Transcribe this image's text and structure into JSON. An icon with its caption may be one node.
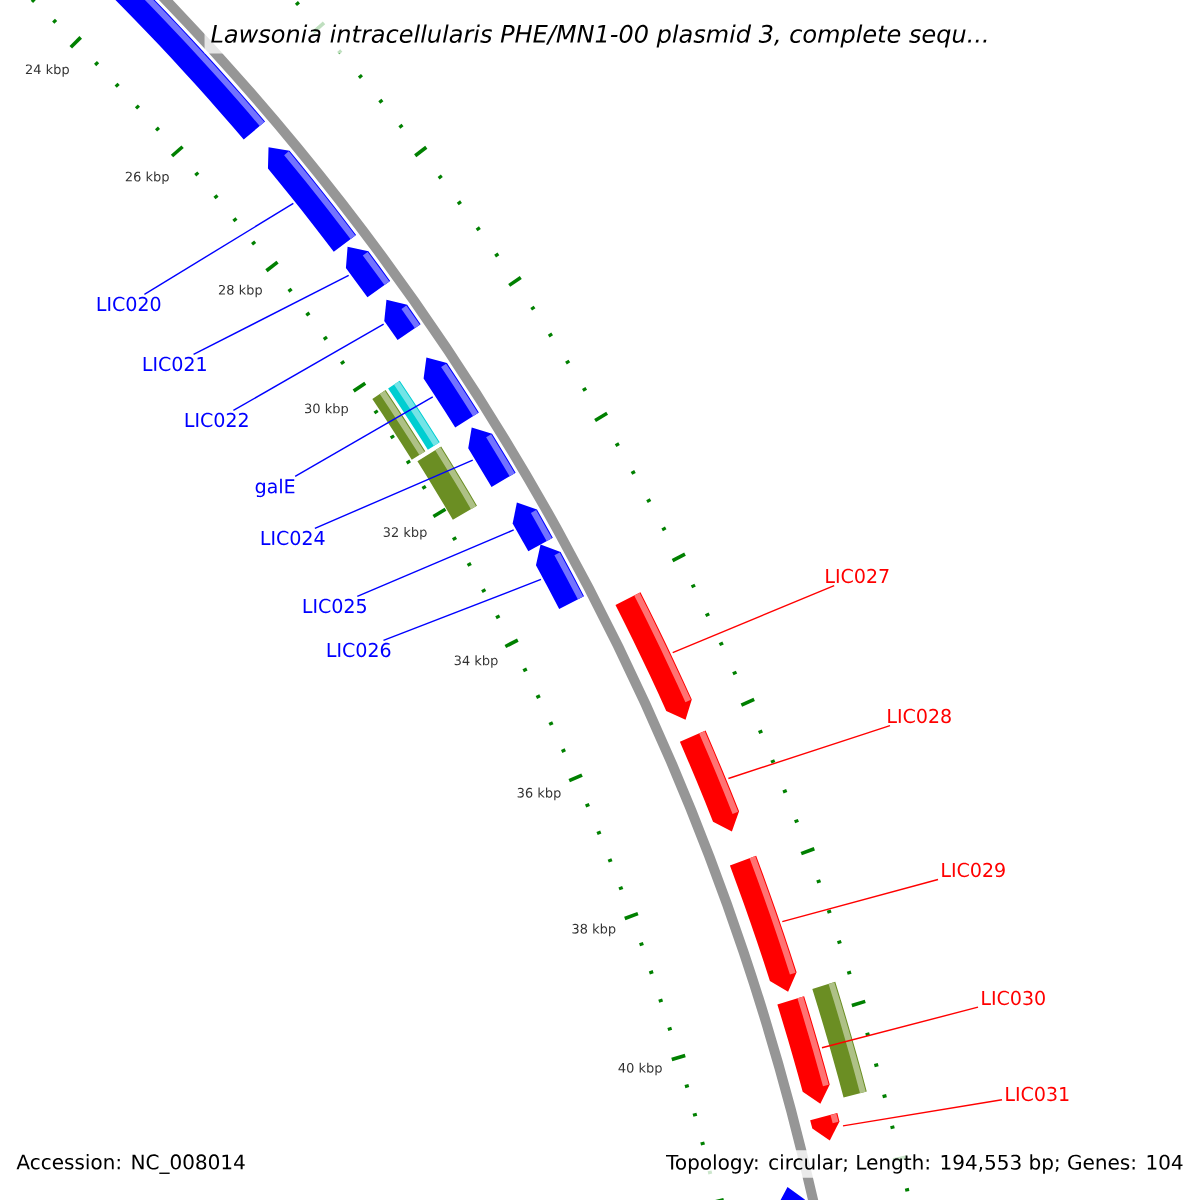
{
  "diagram": {
    "title": "Lawsonia intracellularis PHE/MN1-00 plasmid 3, complete sequ...",
    "nodes": [
      {
        "text": [
          "LIC020"
        ]
      },
      {
        "text": [
          "LIC021"
        ]
      },
      {
        "text": [
          "LIC022"
        ]
      },
      {
        "text": [
          "galE"
        ]
      },
      {
        "text": [
          "LIC024"
        ]
      },
      {
        "text": [
          "LIC025"
        ]
      },
      {
        "text": [
          "LIC026"
        ]
      },
      {
        "text": [
          "LIC027"
        ]
      },
      {
        "text": [
          "LIC028"
        ]
      },
      {
        "text": [
          "LIC029"
        ]
      },
      {
        "text": [
          "LIC030"
        ]
      },
      {
        "text": [
          "LIC031"
        ]
      },
      {
        "text": [],
        "shape": "pentagon"
      },
      {
        "text": [],
        "shape": "pentagon"
      },
      {
        "text": [],
        "shape": "pentagon"
      },
      {
        "text": [],
        "shape": "pentagon"
      },
      {
        "text": [],
        "shape": "bar"
      },
      {
        "text": [],
        "shape": "bar"
      },
      {
        "text": [],
        "shape": "pentagon"
      },
      {
        "text": [],
        "shape": "bar"
      },
      {
        "text": [],
        "shape": "pentagon"
      },
      {
        "text": [],
        "shape": "pentagon"
      },
      {
        "text": [],
        "shape": "pentagon"
      },
      {
        "text": [],
        "shape": "pentagon"
      },
      {
        "text": [],
        "shape": "pentagon"
      },
      {
        "text": [],
        "shape": "pentagon"
      },
      {
        "text": [],
        "shape": "pentagon"
      },
      {
        "text": [],
        "shape": "bar"
      },
      {
        "text": [],
        "shape": "pentagon"
      },
      {
        "text": [],
        "shape": "pentagon"
      }
    ],
    "edges": [
      {
        "from": 0,
        "to": 13,
        "arrow": "none"
      },
      {
        "from": 1,
        "to": 14,
        "arrow": "none"
      },
      {
        "from": 2,
        "to": 15,
        "arrow": "none"
      },
      {
        "from": 3,
        "to": 18,
        "arrow": "none"
      },
      {
        "from": 4,
        "to": 20,
        "arrow": "none"
      },
      {
        "from": 5,
        "to": 21,
        "arrow": "none"
      },
      {
        "from": 6,
        "to": 22,
        "arrow": "none"
      },
      {
        "from": 7,
        "to": 23,
        "arrow": "none",
        "color": "#ff0000"
      },
      {
        "from": 8,
        "to": 24,
        "arrow": "none",
        "color": "#ff0000"
      },
      {
        "from": 9,
        "to": 25,
        "arrow": "none",
        "color": "#ff0000"
      },
      {
        "from": 10,
        "to": 26,
        "arrow": "none",
        "color": "#ff0000"
      },
      {
        "from": 11,
        "to": 28,
        "arrow": "none",
        "color": "#ff0000"
      }
    ],
    "labels": [
      "24 kbp",
      "26 kbp",
      "28 kbp",
      "30 kbp",
      "32 kbp",
      "34 kbp",
      "36 kbp",
      "38 kbp",
      "40 kbp",
      "Accession: NC_008014",
      "Topology: circular; Length: 194,553 bp; Genes: 104"
    ]
  }
}
